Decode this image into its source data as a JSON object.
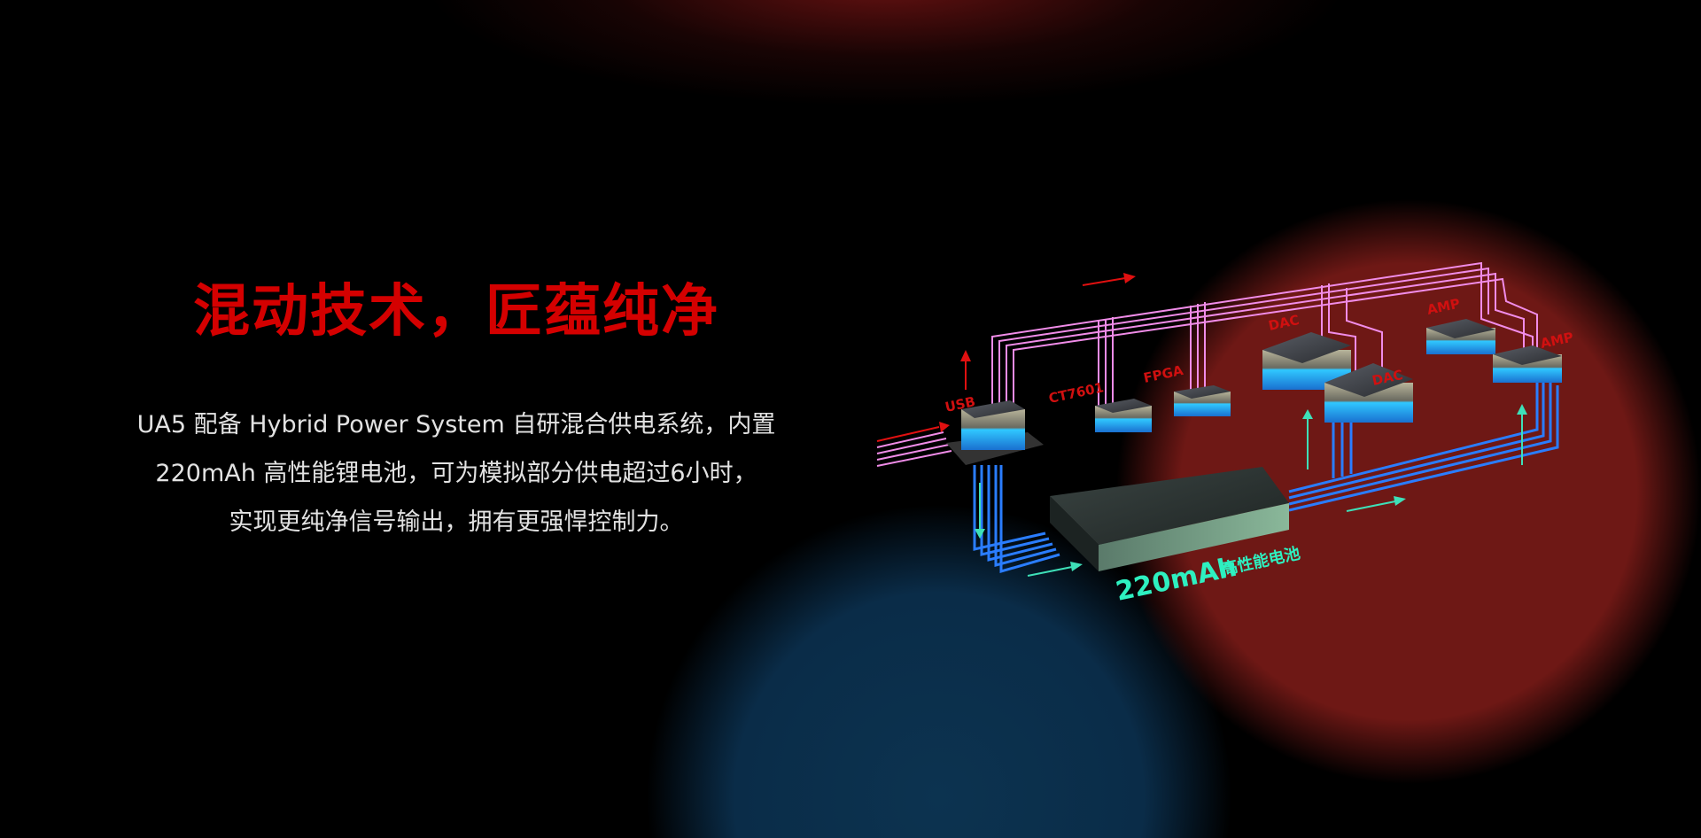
{
  "headline": "混动技术，匠蕴纯净",
  "description": {
    "lines": [
      "UA5 配备 Hybrid Power System 自研混合供电系统，内置",
      "220mAh  高性能锂电池，可为模拟部分供电超过6小时，",
      "实现更纯净信号输出，拥有更强悍控制力。"
    ]
  },
  "diagram": {
    "chips": [
      "USB",
      "CT7601",
      "FPGA",
      "DAC",
      "DAC",
      "AMP",
      "AMP"
    ],
    "battery_capacity": "220mAh",
    "battery_label": "高性能电池"
  },
  "colors": {
    "headline": "#d40000",
    "signal_line": "#f08ce8",
    "power_line": "#2a7dff",
    "arrow_red": "#e01010",
    "arrow_teal": "#3ee0b8",
    "battery_text": "#2ef0c0"
  }
}
